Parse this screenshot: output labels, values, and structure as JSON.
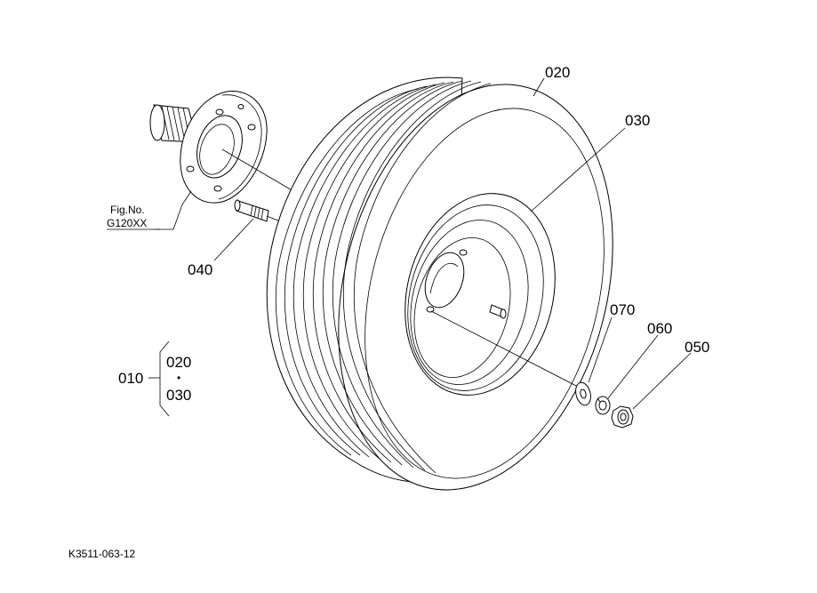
{
  "figure_ref": {
    "line1": "Fig.No.",
    "line2": "G120XX"
  },
  "callouts": {
    "tire": "020",
    "rim": "030",
    "stud": "040",
    "nut": "050",
    "lock_washer": "060",
    "flat_washer": "070",
    "assembly": "010"
  },
  "assembly_group": {
    "top": "020",
    "separator": "•",
    "bottom": "030"
  },
  "drawing_code": "K3511-063-12"
}
